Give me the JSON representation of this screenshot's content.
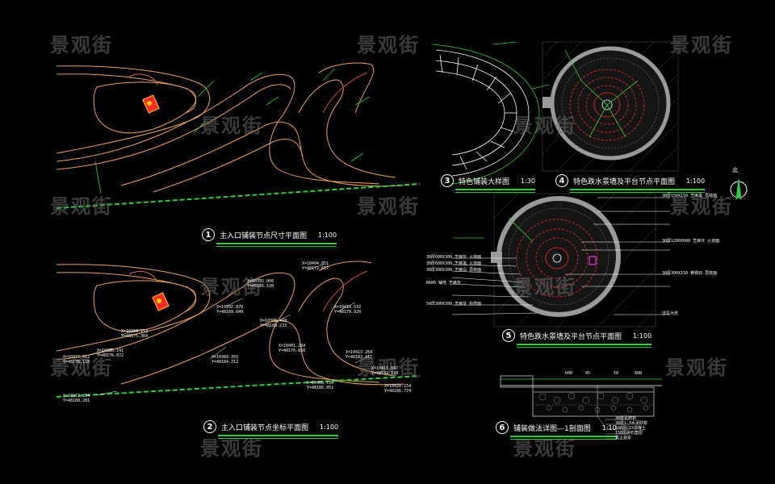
{
  "watermark": {
    "text": "景观街"
  },
  "titles": [
    {
      "num": "1",
      "text": "主入口铺装节点尺寸平面图",
      "scale": "1:100"
    },
    {
      "num": "2",
      "text": "主入口铺装节点坐标平面图",
      "scale": "1:100"
    },
    {
      "num": "3",
      "text": "特色铺装大样图",
      "scale": "1:30"
    },
    {
      "num": "4",
      "text": "特色跌水景墙及平台节点平面图",
      "scale": "1:100"
    },
    {
      "num": "5",
      "text": "特色跌水景墙及平台节点平面图",
      "scale": "1:100"
    },
    {
      "num": "6",
      "text": "铺装做法详图—1剖面图",
      "scale": "1:10"
    }
  ],
  "north_arrow": {
    "label": "北"
  },
  "coord_tags": [
    "X=10384.253\nY=48175.364",
    "X=10380.141\nY=48176.072",
    "X=10377.612\nY=48178.110",
    "X=10372.254\nY=48180.201",
    "X=10389.355\nY=48184.212",
    "X=10392.870\nY=48189.640",
    "X=10395.006\nY=48185.520",
    "X=10398.410\nY=48180.233",
    "X=10401.224\nY=48176.850",
    "X=10404.851\nY=48172.617",
    "X=10410.532\nY=48178.920",
    "X=10413.264\nY=48183.412",
    "X=10408.720\nY=48188.051",
    "X=10415.887\nY=48192.310",
    "X=10420.154\nY=48186.774"
  ],
  "material_labels": [
    "30厚600X300 芝麻灰 火烧面",
    "30厚600X300 芝麻黑 火烧面",
    "30厚300X300 芝麻白 荔枝面",
    "R600 铺地 芝麻灰",
    "50厚300X300 芝麻灰 自然面",
    "30厚150X150 芝麻黑 荔枝面",
    "30厚1200X600 芝麻灰 火烧面",
    "30厚300X150 黄锈石 荔枝面",
    "详见大样"
  ],
  "section_notes": [
    "30厚花岗岩",
    "30厚1:3水泥砂浆",
    "100厚C15混凝土",
    "150厚碎石垫层",
    "素土夯实"
  ],
  "section_dims": [
    "600",
    "45",
    "50",
    "600"
  ],
  "colors": {
    "background": "#000000",
    "curve": "#e8a060",
    "red": "#ff2a2a",
    "green": "#2ecc40",
    "white": "#ffffff",
    "gray": "#8a8a8a",
    "watermark": "#6a6a6a"
  }
}
